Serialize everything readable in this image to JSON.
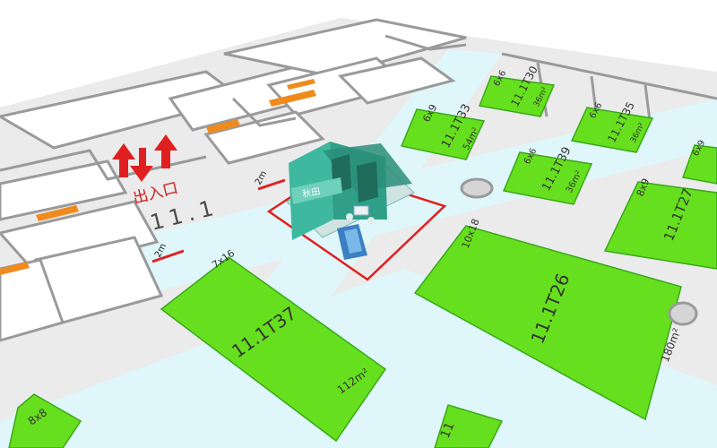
{
  "colors": {
    "floor": "#ebebeb",
    "aisle": "#dff7fa",
    "booth_fill": "#66e01e",
    "booth_stroke": "#3aa81a",
    "wall": "#9a9a9a",
    "accent_red": "#e02020",
    "stand_teal": "#3fb8a0",
    "orange_band": "#f08a1c"
  },
  "hall": {
    "entrance_label": "出入口",
    "hall_number": "11.1",
    "aisle_width_top": "2m",
    "aisle_width_left": "2m",
    "entrance_icon": "double-arrow-icon"
  },
  "booths": [
    {
      "id": "11.1T33",
      "size": "6x9",
      "area": "54m²"
    },
    {
      "id": "11.1T30",
      "size": "6x6",
      "area": "36m²"
    },
    {
      "id": "11.1T35",
      "size": "6x6",
      "area": "36m²"
    },
    {
      "id": "11.1T39",
      "size": "6x6",
      "area": "36m²"
    },
    {
      "id": "11.1T27",
      "size": "8x9",
      "area": ""
    },
    {
      "id": "11.1T26",
      "size": "10x18",
      "area": "180m²"
    },
    {
      "id": "11.1T37",
      "size": "7x16",
      "area": "112m²"
    },
    {
      "id": "11",
      "size": "8x8",
      "area": ""
    },
    {
      "id": "",
      "size": "6x9",
      "area": ""
    }
  ],
  "featured_stand": {
    "sign_text": "秋田",
    "icon": "exhibition-stand-3d-icon"
  }
}
